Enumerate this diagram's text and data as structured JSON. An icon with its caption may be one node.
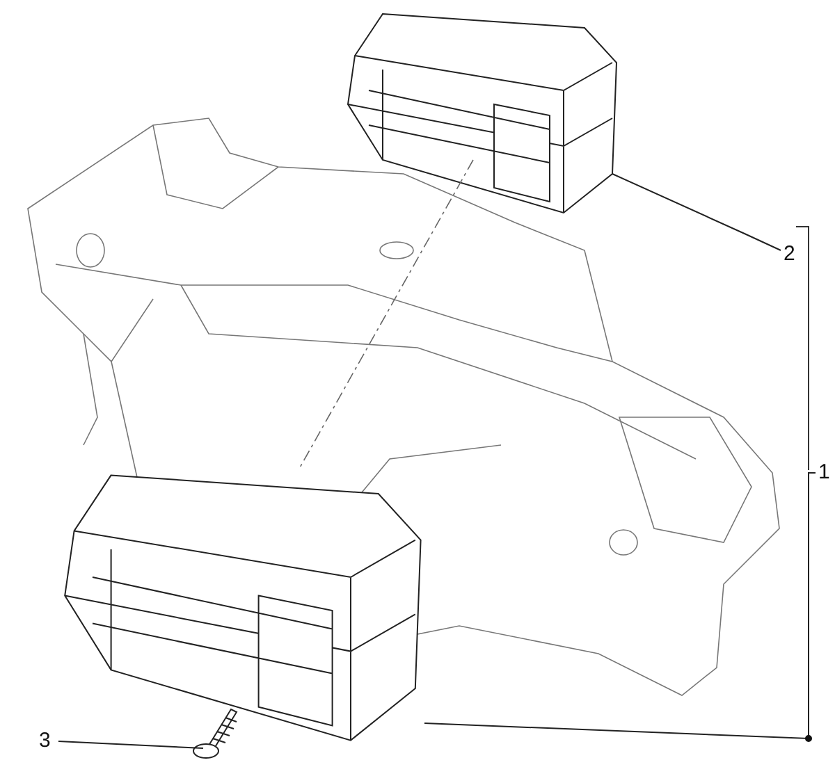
{
  "diagram": {
    "nodes": [
      {
        "text": [
          "2"
        ]
      },
      {
        "text": [],
        "shape": "picture"
      },
      {
        "text": [
          "1"
        ]
      },
      {
        "text": [],
        "shape": "picture"
      },
      {
        "text": [
          "3"
        ]
      },
      {
        "text": [],
        "shape": "picture"
      }
    ],
    "edges": [
      {
        "from": 0,
        "to": 1,
        "arrow": "none"
      },
      {
        "from": 2,
        "to": 3,
        "arrow": "none"
      },
      {
        "from": 4,
        "to": 5,
        "arrow": "none"
      },
      {
        "from": 1,
        "to": 3,
        "arrow": "none",
        "style": "dashed"
      }
    ]
  }
}
